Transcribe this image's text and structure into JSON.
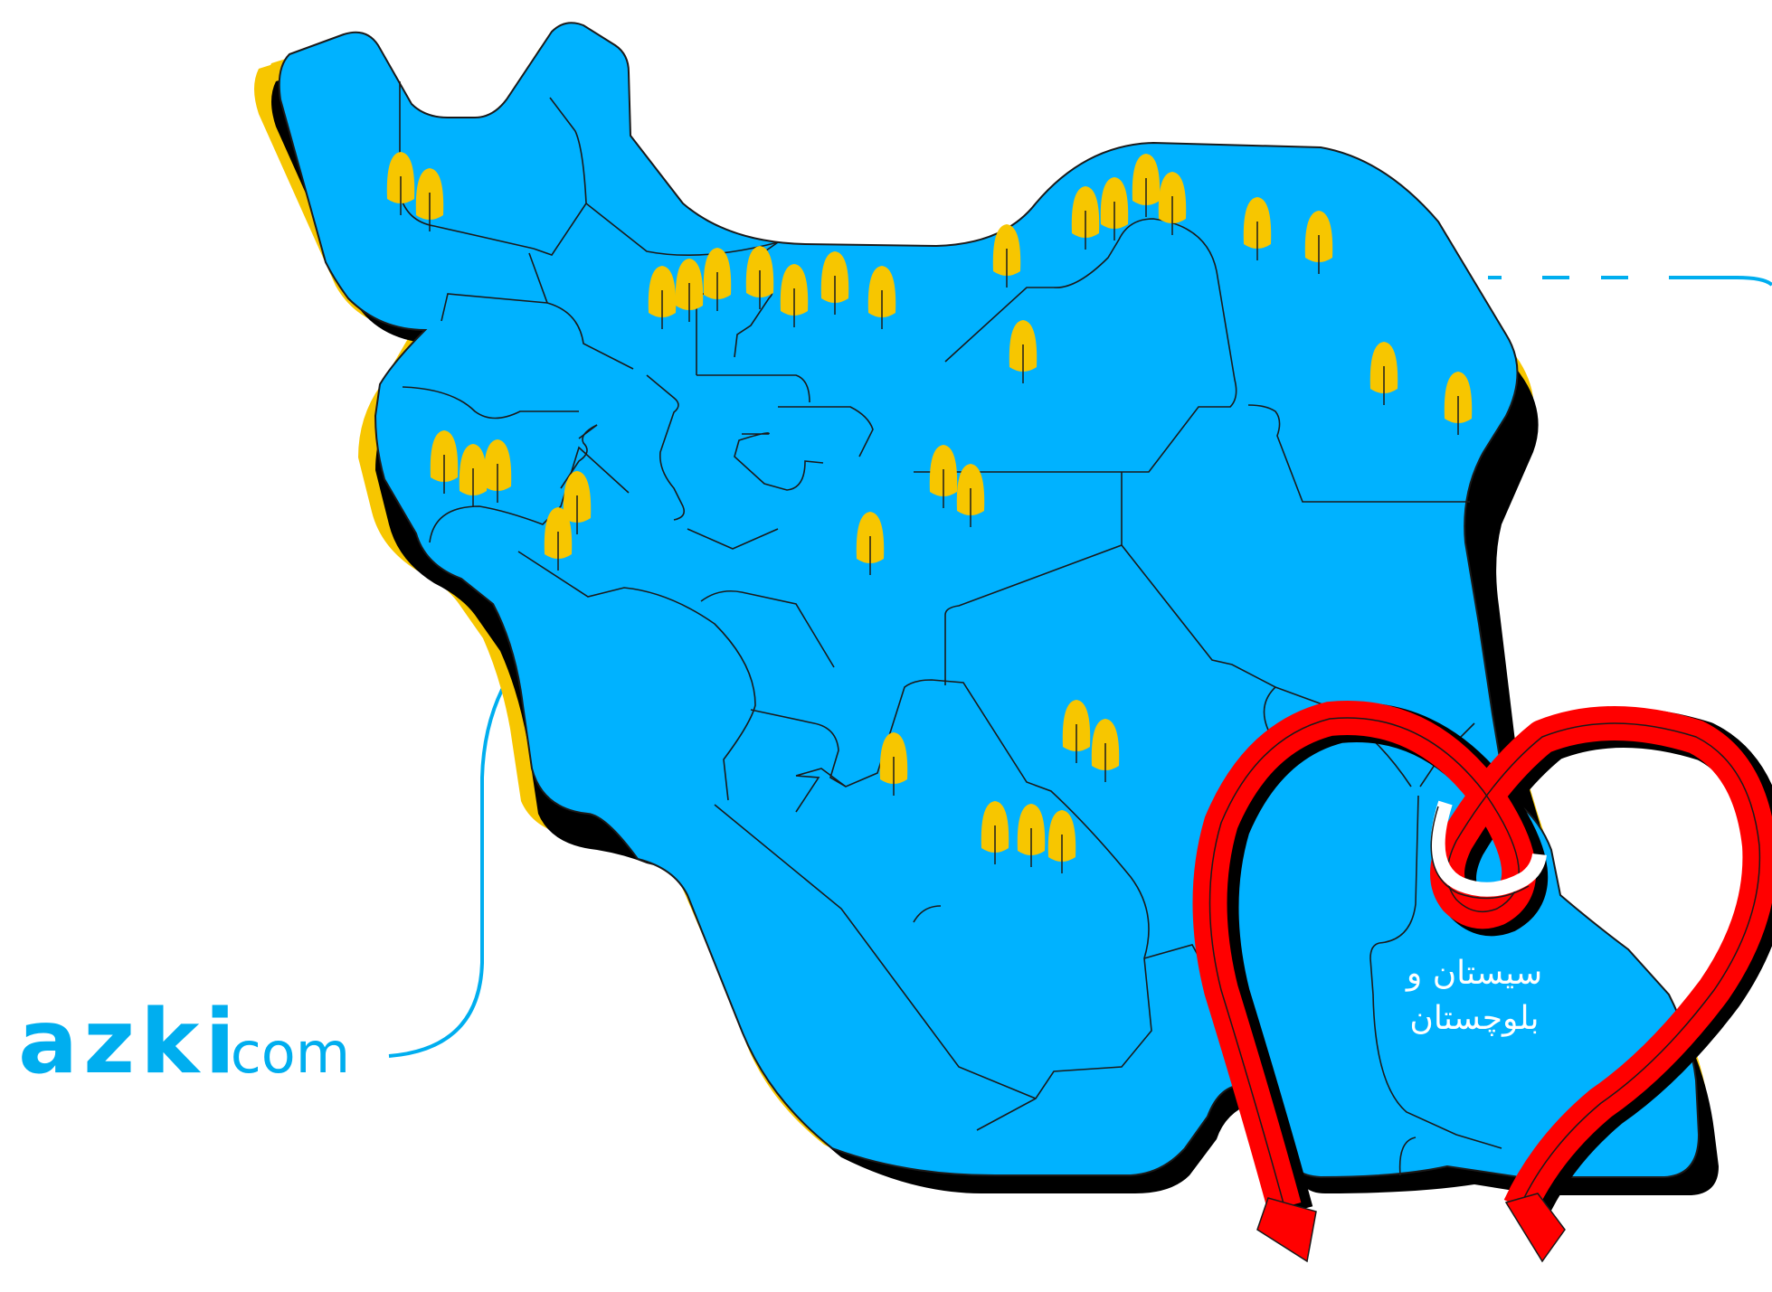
{
  "brand": {
    "name": "azki",
    "domain": ".com",
    "color": "#00AEEF"
  },
  "map": {
    "fill_color": "#00B2FF",
    "shadow_colors": [
      "#000000",
      "#F7C600"
    ],
    "border_color": "#1a1a1a",
    "tree_color": "#F7C600",
    "highlight_region": {
      "line1": "سیستان و",
      "line2": "بلوچستان"
    }
  },
  "ribbon": {
    "color": "#FF0000",
    "icon": "heart-ribbon-icon"
  }
}
